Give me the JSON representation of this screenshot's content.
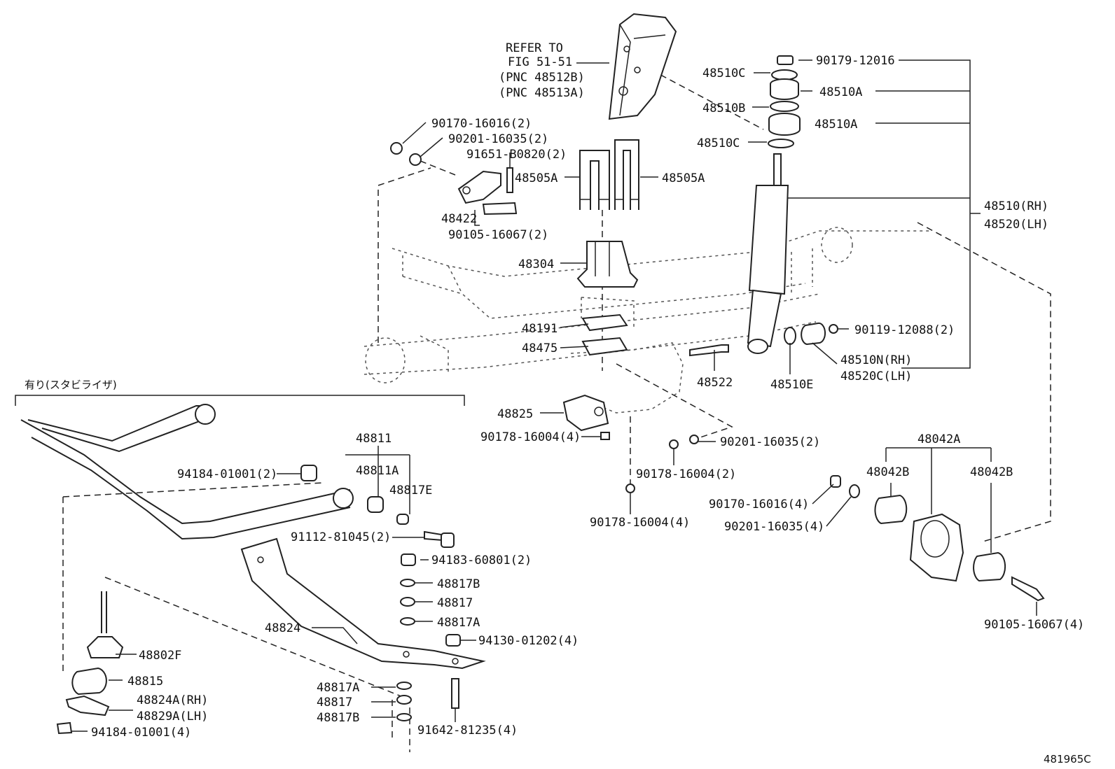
{
  "refer": [
    "REFER TO",
    "FIG 51-51",
    "(PNC 48512B)",
    "(PNC 48513A)"
  ],
  "group_label": "有り(スタビライザ)",
  "figure_id": "481965C",
  "parts": {
    "p90179_12016": "90179-12016",
    "p48510C_top": "48510C",
    "p48510A_top": "48510A",
    "p48510B": "48510B",
    "p48510A_2": "48510A",
    "p48510C_2": "48510C",
    "p48510RH": "48510(RH)",
    "p48520LH": "48520(LH)",
    "p90170_16016_top": "90170-16016(2)",
    "p90201_16035_top": "90201-16035(2)",
    "p91651_B0820": "91651-B0820(2)",
    "p48505A_l": "48505A",
    "p48505A_r": "48505A",
    "p48422": "48422",
    "p90105_16067_top": "90105-16067(2)",
    "p48304": "48304",
    "p48191": "48191",
    "p48475": "48475",
    "p48522": "48522",
    "p48510E": "48510E",
    "p90119_12088": "90119-12088(2)",
    "p48510N": "48510N(RH)",
    "p48520C": "48520C(LH)",
    "p48825": "48825",
    "p90178_16004_a": "90178-16004(4)",
    "p90201_16035_mid": "90201-16035(2)",
    "p90178_16004_b": "90178-16004(2)",
    "p90178_16004_c": "90178-16004(4)",
    "p48042A": "48042A",
    "p48042B_l": "48042B",
    "p48042B_r": "48042B",
    "p90170_16016_r": "90170-16016(4)",
    "p90201_16035_r": "90201-16035(4)",
    "p90105_16067_r": "90105-16067(4)",
    "p48811": "48811",
    "p48811A": "48811A",
    "p48817E": "48817E",
    "p94184_01001_top": "94184-01001(2)",
    "p91112_81045": "91112-81045(2)",
    "p94183_60801": "94183-60801(2)",
    "p48817B_top": "48817B",
    "p48817_top": "48817",
    "p48817A_top": "48817A",
    "p48824": "48824",
    "p94130_01202": "94130-01202(4)",
    "p48802F": "48802F",
    "p48815": "48815",
    "p48824A": "48824A(RH)",
    "p48829A": "48829A(LH)",
    "p94184_01001_bot": "94184-01001(4)",
    "p48817A_bot": "48817A",
    "p48817_bot": "48817",
    "p48817B_bot": "48817B",
    "p91642_81235": "91642-81235(4)"
  }
}
